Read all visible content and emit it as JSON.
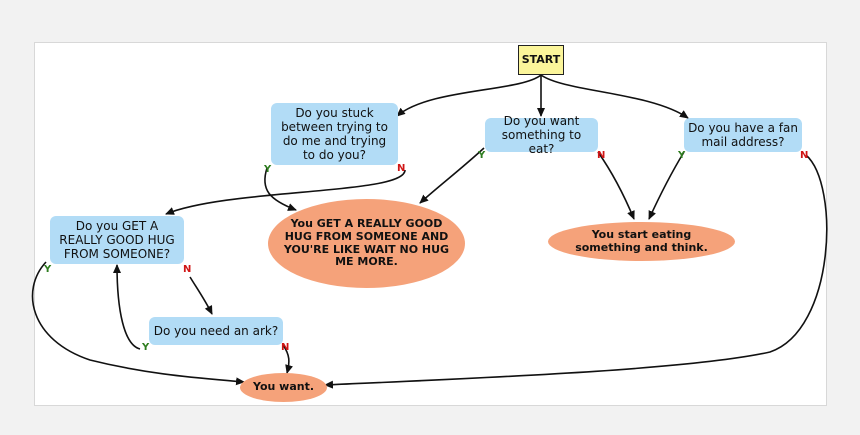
{
  "nodes": {
    "start": "START",
    "q_stuck": "Do you stuck between trying to do me and trying to do you?",
    "q_eat": "Do you want something to eat?",
    "q_fan": "Do you have a fan mail address?",
    "q_hug": "Do you  GET A REALLY GOOD HUG FROM SOMEONE?",
    "q_ark": "Do you need an ark?",
    "a_hug": "You  GET A REALLY GOOD HUG FROM SOMEONE AND YOU'RE LIKE WAIT NO HUG ME MORE.",
    "a_eat": "You  start eating something and think.",
    "a_want": "You want."
  },
  "labels": {
    "yes": "Y",
    "no": "N"
  },
  "colors": {
    "start_fill": "#fbf59a",
    "question_fill": "#b2dcf6",
    "answer_fill": "#f5a27a",
    "yes_label": "#2e7d1f",
    "no_label": "#d01515"
  }
}
